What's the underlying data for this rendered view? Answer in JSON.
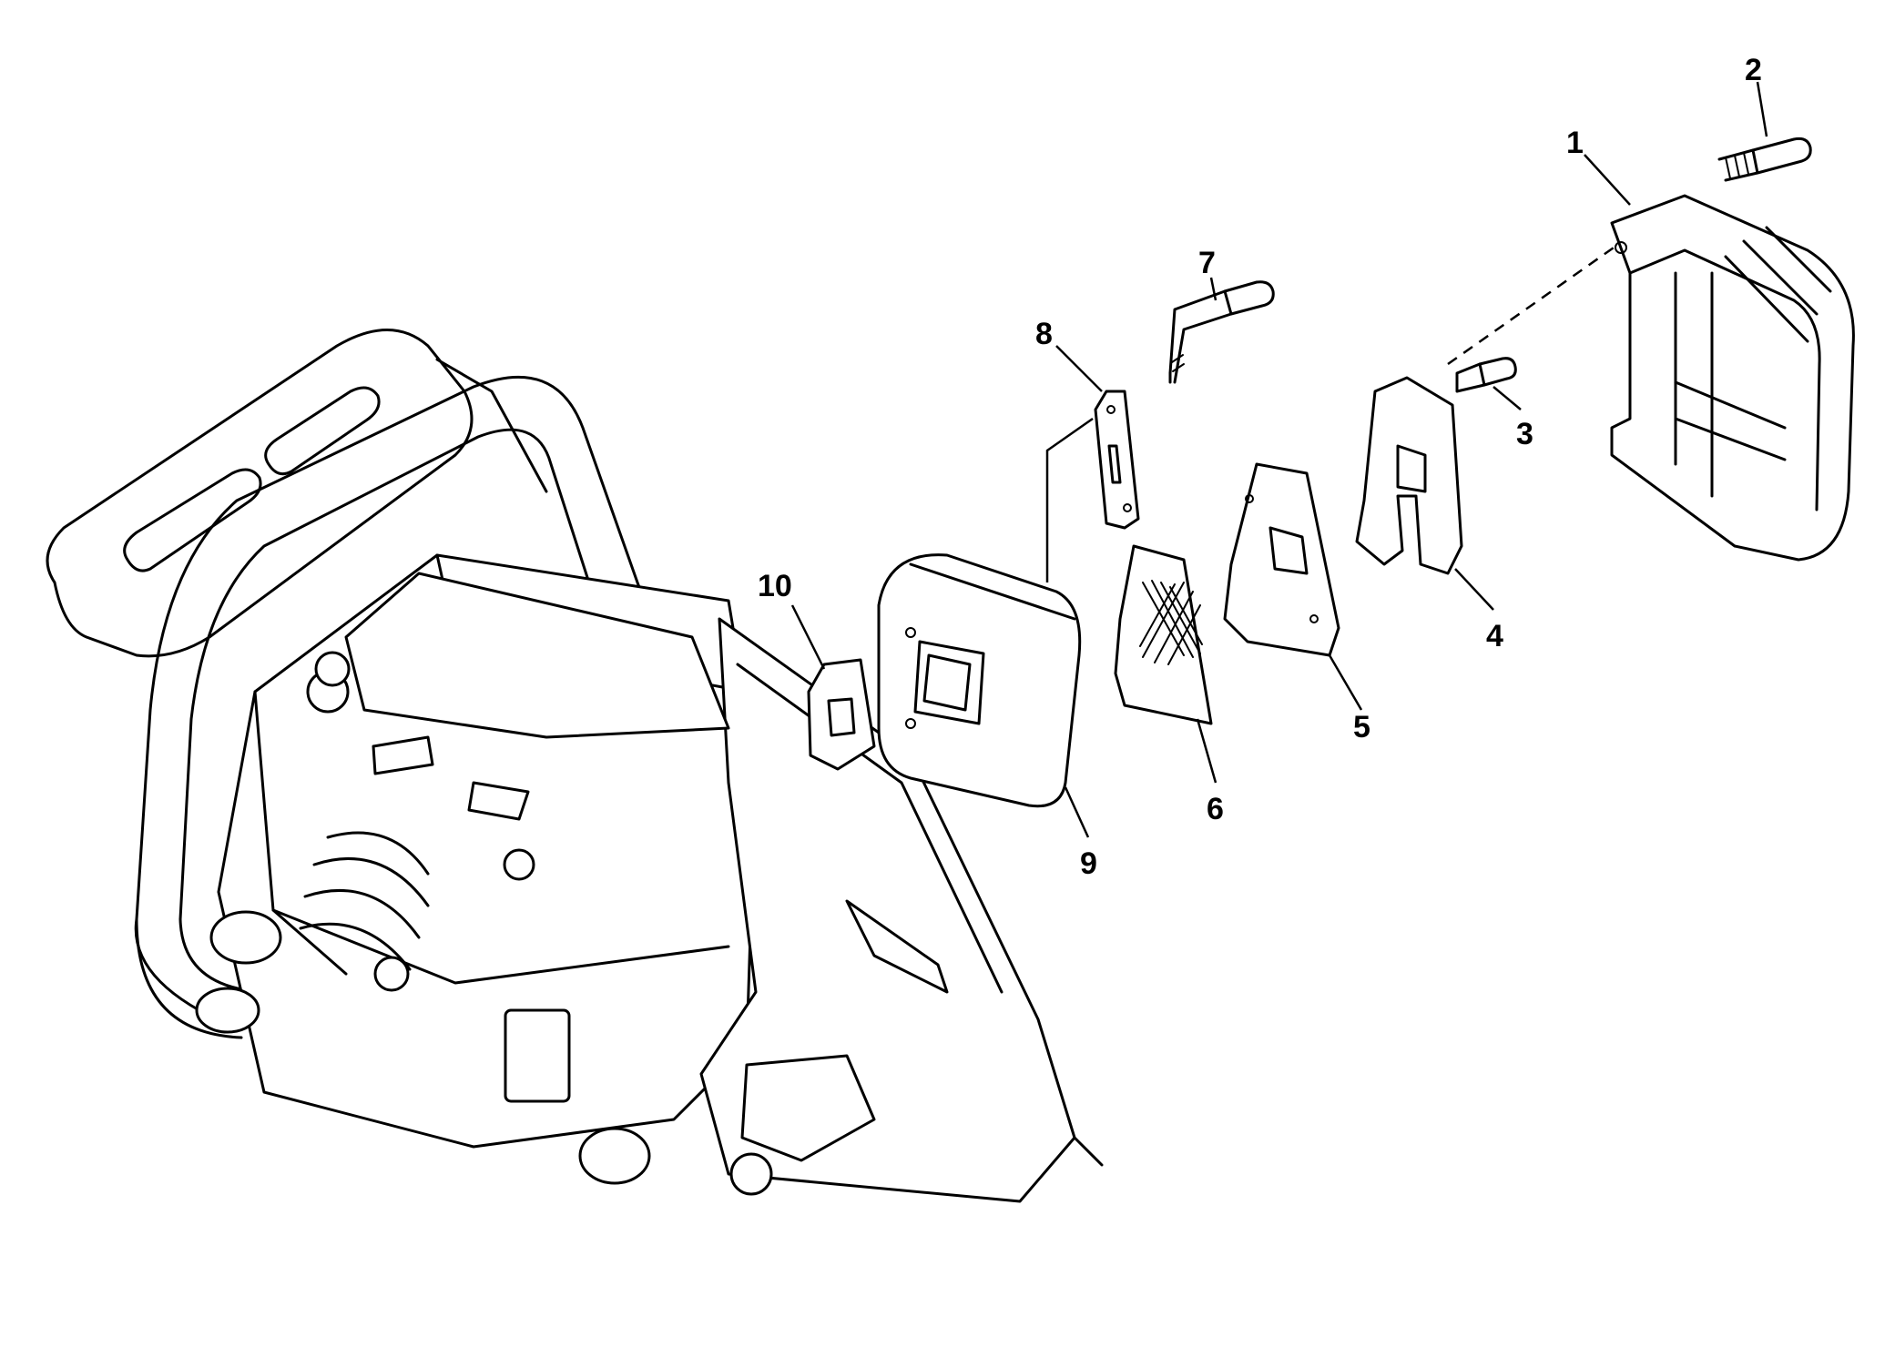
{
  "parts": [
    {
      "callout": "1",
      "icon": "muffler-cover"
    },
    {
      "callout": "2",
      "icon": "screw"
    },
    {
      "callout": "3",
      "icon": "screw"
    },
    {
      "callout": "4",
      "icon": "muffler-bracket"
    },
    {
      "callout": "5",
      "icon": "muffler-plate"
    },
    {
      "callout": "6",
      "icon": "spark-arrester-screen"
    },
    {
      "callout": "7",
      "icon": "bolt"
    },
    {
      "callout": "8",
      "icon": "retainer-plate"
    },
    {
      "callout": "9",
      "icon": "muffler-body"
    },
    {
      "callout": "10",
      "icon": "muffler-gasket"
    }
  ],
  "colors": {
    "line": "#000000",
    "background": "#ffffff"
  }
}
